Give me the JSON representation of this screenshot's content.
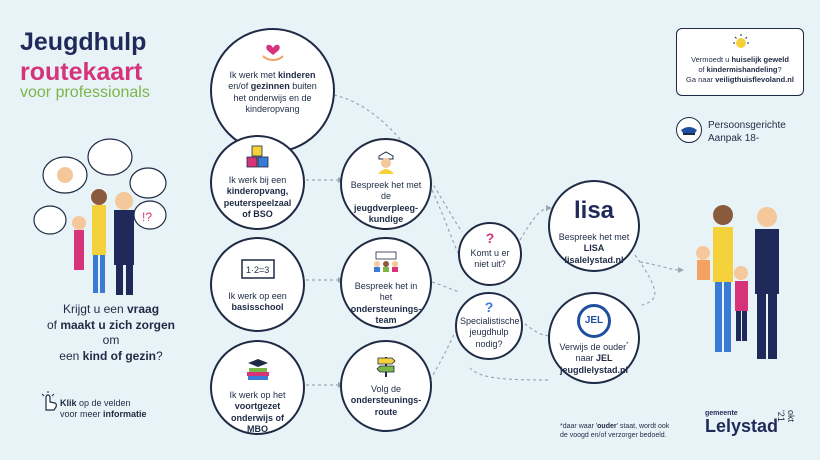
{
  "header": {
    "line1": "Jeugdhulp",
    "line2": "routekaart",
    "line3": "voor professionals"
  },
  "question": {
    "a": "Krijgt u een ",
    "b": "vraag",
    "c": "of ",
    "d": "maakt u zich zorgen",
    "e": " om",
    "f": "een ",
    "g": "kind of gezin",
    "h": "?"
  },
  "click": {
    "a": "Klik",
    "b": " op de velden",
    "c": "voor meer ",
    "d": "informatie"
  },
  "nodes": {
    "kinderen": {
      "a": "Ik werk met ",
      "b": "kinderen",
      "c": "en/of ",
      "d": "gezinnen",
      "e": " buiten",
      "f": "het onderwijs en de",
      "g": "kinderopvang"
    },
    "opvang": {
      "a": "Ik werk bij een",
      "b": "kinderopvang,",
      "c": "peuterspeelzaal",
      "d": "of ",
      "e": "BSO"
    },
    "basisschool": {
      "a": "Ik werk op een",
      "b": "basisschool"
    },
    "mbo": {
      "a": "Ik werk op het",
      "b": "voortgezet",
      "c": "onderwijs of MBO"
    },
    "verpleeg": {
      "a": "Bespreek het met de",
      "b": "jeugdverpleeg-",
      "c": "kundige"
    },
    "team": {
      "a": "Bespreek het in het",
      "b": "ondersteunings-",
      "c": "team"
    },
    "route": {
      "a": "Volg de",
      "b": "ondersteunings-",
      "c": "route"
    },
    "komt": {
      "a": "Komt u er",
      "b": "niet uit?"
    },
    "special": {
      "a": "Specialistische",
      "b": "jeugdhulp",
      "c": "nodig?"
    },
    "lisa": {
      "logo": "lisa",
      "a": "Bespreek het met ",
      "b": "LISA",
      "c": "lisalelystad.nl"
    },
    "jel": {
      "logo": "JEL",
      "a": "Verwijs de ouder",
      "sup": "*",
      "b": "naar ",
      "c": "JEL",
      "d": "jeugdlelystad.nl"
    }
  },
  "geweld": {
    "a": "Vermoedt u ",
    "b": "huiselijk geweld",
    "c": "of ",
    "d": "kindermishandeling",
    "e": "?",
    "f": "Ga naar ",
    "g": "veiligthuisflevoland.nl"
  },
  "persoon": {
    "a": "Persoonsgerichte",
    "b": "Aanpak 18-"
  },
  "footnote": {
    "a": "*",
    "b": "daar waar '",
    "c": "ouder",
    "d": "' staat, wordt ook",
    "e": "de voogd en/of verzorger bedoeld."
  },
  "brand": {
    "gemeente": "gemeente",
    "name": "Lelystad",
    "date": "okt '21"
  },
  "icons": [
    "heart-hands-icon",
    "blocks-icon",
    "chalkboard-icon",
    "books-cap-icon",
    "nurse-icon",
    "team-icon",
    "signpost-icon",
    "question-icon",
    "lisa-logo",
    "jel-logo",
    "alarm-icon",
    "police-cap-icon",
    "click-hand-icon"
  ],
  "colors": {
    "navy": "#1f2a5a",
    "pink": "#d6337a",
    "green": "#7ab648",
    "bg": "#e8f3f8",
    "lisa": "#3a7bd5",
    "jel": "#1f4fa0"
  }
}
